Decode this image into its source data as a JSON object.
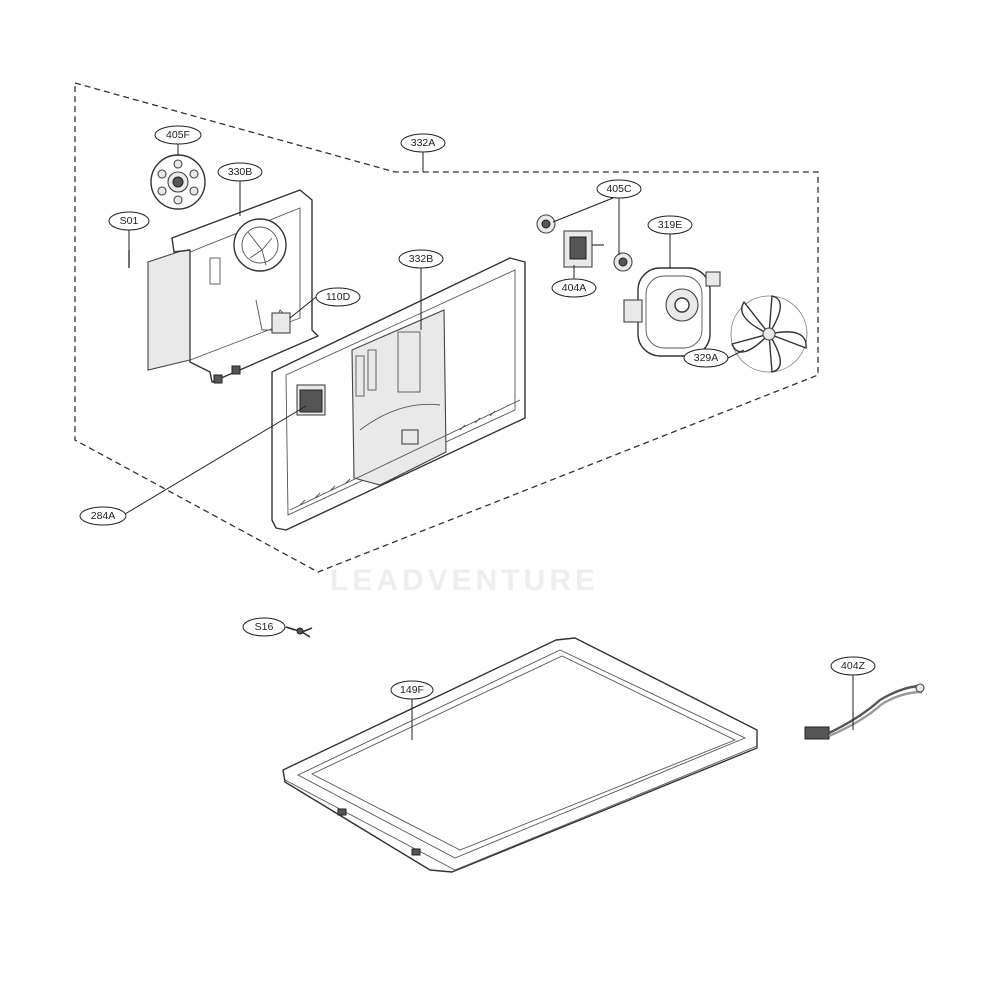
{
  "diagram": {
    "watermark": "LEADVENTURE",
    "callouts": [
      {
        "id": "405F",
        "label": "405F"
      },
      {
        "id": "330B",
        "label": "330B"
      },
      {
        "id": "S01",
        "label": "S01"
      },
      {
        "id": "332A",
        "label": "332A"
      },
      {
        "id": "405C",
        "label": "405C"
      },
      {
        "id": "319E",
        "label": "319E"
      },
      {
        "id": "332B",
        "label": "332B"
      },
      {
        "id": "110D",
        "label": "110D"
      },
      {
        "id": "404A",
        "label": "404A"
      },
      {
        "id": "329A",
        "label": "329A"
      },
      {
        "id": "284A",
        "label": "284A"
      },
      {
        "id": "S16",
        "label": "S16"
      },
      {
        "id": "149F",
        "label": "149F"
      },
      {
        "id": "404Z",
        "label": "404Z"
      }
    ]
  }
}
